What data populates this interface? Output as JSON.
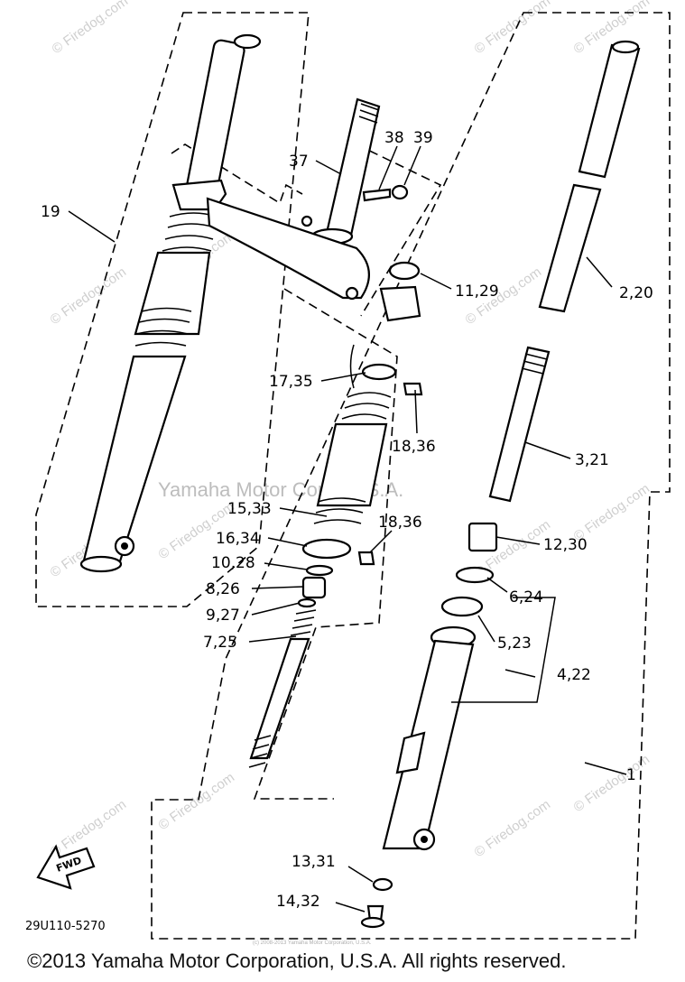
{
  "diagram_code": "29U110-5270",
  "fwd_label": "FWD",
  "copyright": "©2013 Yamaha Motor Corporation, U.S.A. All rights reserved.",
  "watermarks": {
    "center": "Yamaha Motor Corp. U.S.A.",
    "firedog": "© Firedog.com",
    "tiny": "(c) 2008-2013 Yamaha Motor Corporation, U.S.A."
  },
  "callouts": {
    "c1": "1",
    "c19": "19",
    "c37": "37",
    "c38": "38",
    "c39": "39",
    "c2_20": "2,20",
    "c11_29": "11,29",
    "c17_35": "17,35",
    "c18_36a": "18,36",
    "c3_21": "3,21",
    "c15_33": "15,33",
    "c18_36b": "18,36",
    "c16_34": "16,34",
    "c12_30": "12,30",
    "c10_28": "10,28",
    "c8_26": "8,26",
    "c6_24": "6,24",
    "c9_27": "9,27",
    "c5_23": "5,23",
    "c7_25": "7,25",
    "c4_22": "4,22",
    "c13_31": "13,31",
    "c14_32": "14,32"
  }
}
